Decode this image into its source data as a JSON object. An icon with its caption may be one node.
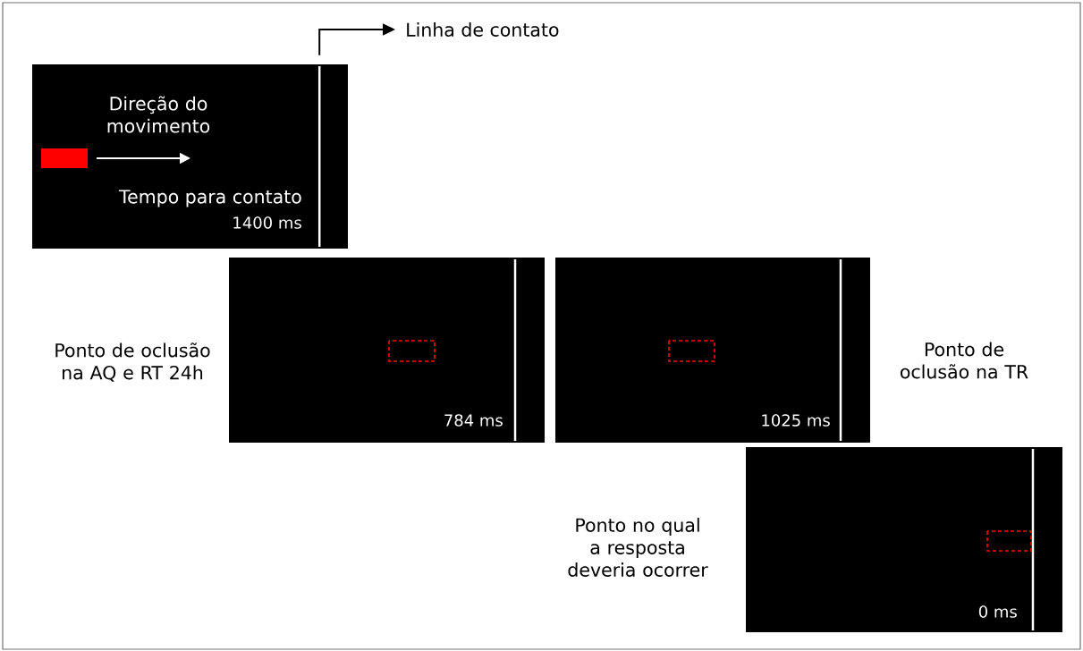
{
  "diagram": {
    "nodes": [
      {
        "text": [
          "Direção do movimento",
          "Tempo para contato",
          "1400 ms"
        ]
      },
      {
        "text": [],
        "shape": "bar",
        "in": 0
      },
      {
        "text": [
          "Linha de contato"
        ]
      },
      {
        "text": [
          "784 ms"
        ],
        "beside": [
          "Ponto de oclusão na AQ e RT 24h"
        ]
      },
      {
        "text": [
          "1025 ms"
        ],
        "beside": [
          "Ponto de oclusão na TR"
        ]
      },
      {
        "text": [
          "0 ms"
        ],
        "beside": [
          "Ponto no qual a resposta deveria ocorrer"
        ]
      }
    ],
    "edges": [
      {
        "from": 1,
        "to": 2,
        "arrow": "to"
      }
    ]
  }
}
